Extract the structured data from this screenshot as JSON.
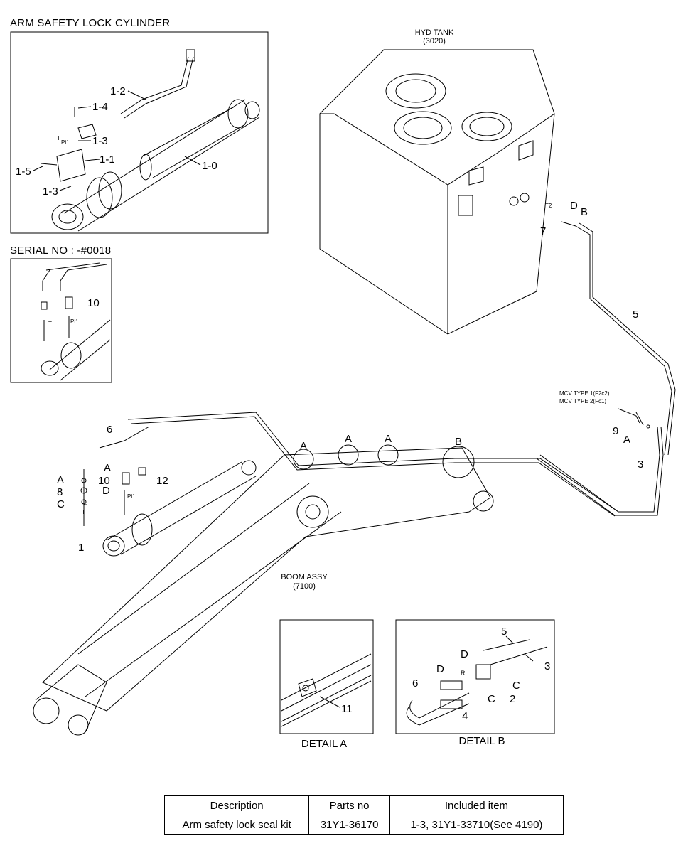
{
  "titles": {
    "arm_cylinder": "ARM SAFETY LOCK CYLINDER",
    "serial": "SERIAL NO : -#0018",
    "hyd_tank": "HYD TANK",
    "hyd_tank_code": "(3020)",
    "boom_assy": "BOOM ASSY",
    "boom_assy_code": "(7100)",
    "mcv_type1": "MCV TYPE 1(F2c2)",
    "mcv_type2": "MCV TYPE 2(Fc1)",
    "detail_a": "DETAIL  A",
    "detail_b": "DETAIL  B"
  },
  "inset_labels": {
    "c1_2": "1-2",
    "c1_4": "1-4",
    "c1_3a": "1-3",
    "c1_1": "1-1",
    "c1_5": "1-5",
    "c1_3b": "1-3",
    "c1_0": "1-0",
    "t": "T",
    "pi1": "Pi1"
  },
  "serial_labels": {
    "p10": "10",
    "t": "T",
    "pi1": "Pi1"
  },
  "main_labels": {
    "p5": "5",
    "p7": "7",
    "d": "D",
    "b": "B",
    "t2": "T2",
    "p9": "9",
    "a_mcv": "A",
    "p3": "3",
    "p6": "6",
    "a_left": "A",
    "p8": "8",
    "c_left": "C",
    "t_left": "T",
    "a_top": "A",
    "p10": "10",
    "d_mid": "D",
    "pi1": "Pi1",
    "p12": "12",
    "p1": "1",
    "circle_a1": "A",
    "circle_a2": "A",
    "circle_a3": "A",
    "circle_b": "B"
  },
  "detail_a_labels": {
    "p11": "11"
  },
  "detail_b_labels": {
    "p5": "5",
    "p3": "3",
    "d1": "D",
    "d2": "D",
    "r": "R",
    "c1": "C",
    "c2": "C",
    "p2": "2",
    "p6": "6",
    "p4": "4"
  },
  "parts_table": {
    "headers": [
      "Description",
      "Parts no",
      "Included item"
    ],
    "rows": [
      [
        "Arm safety lock seal kit",
        "31Y1-36170",
        "1-3, 31Y1-33710(See 4190)"
      ]
    ]
  }
}
